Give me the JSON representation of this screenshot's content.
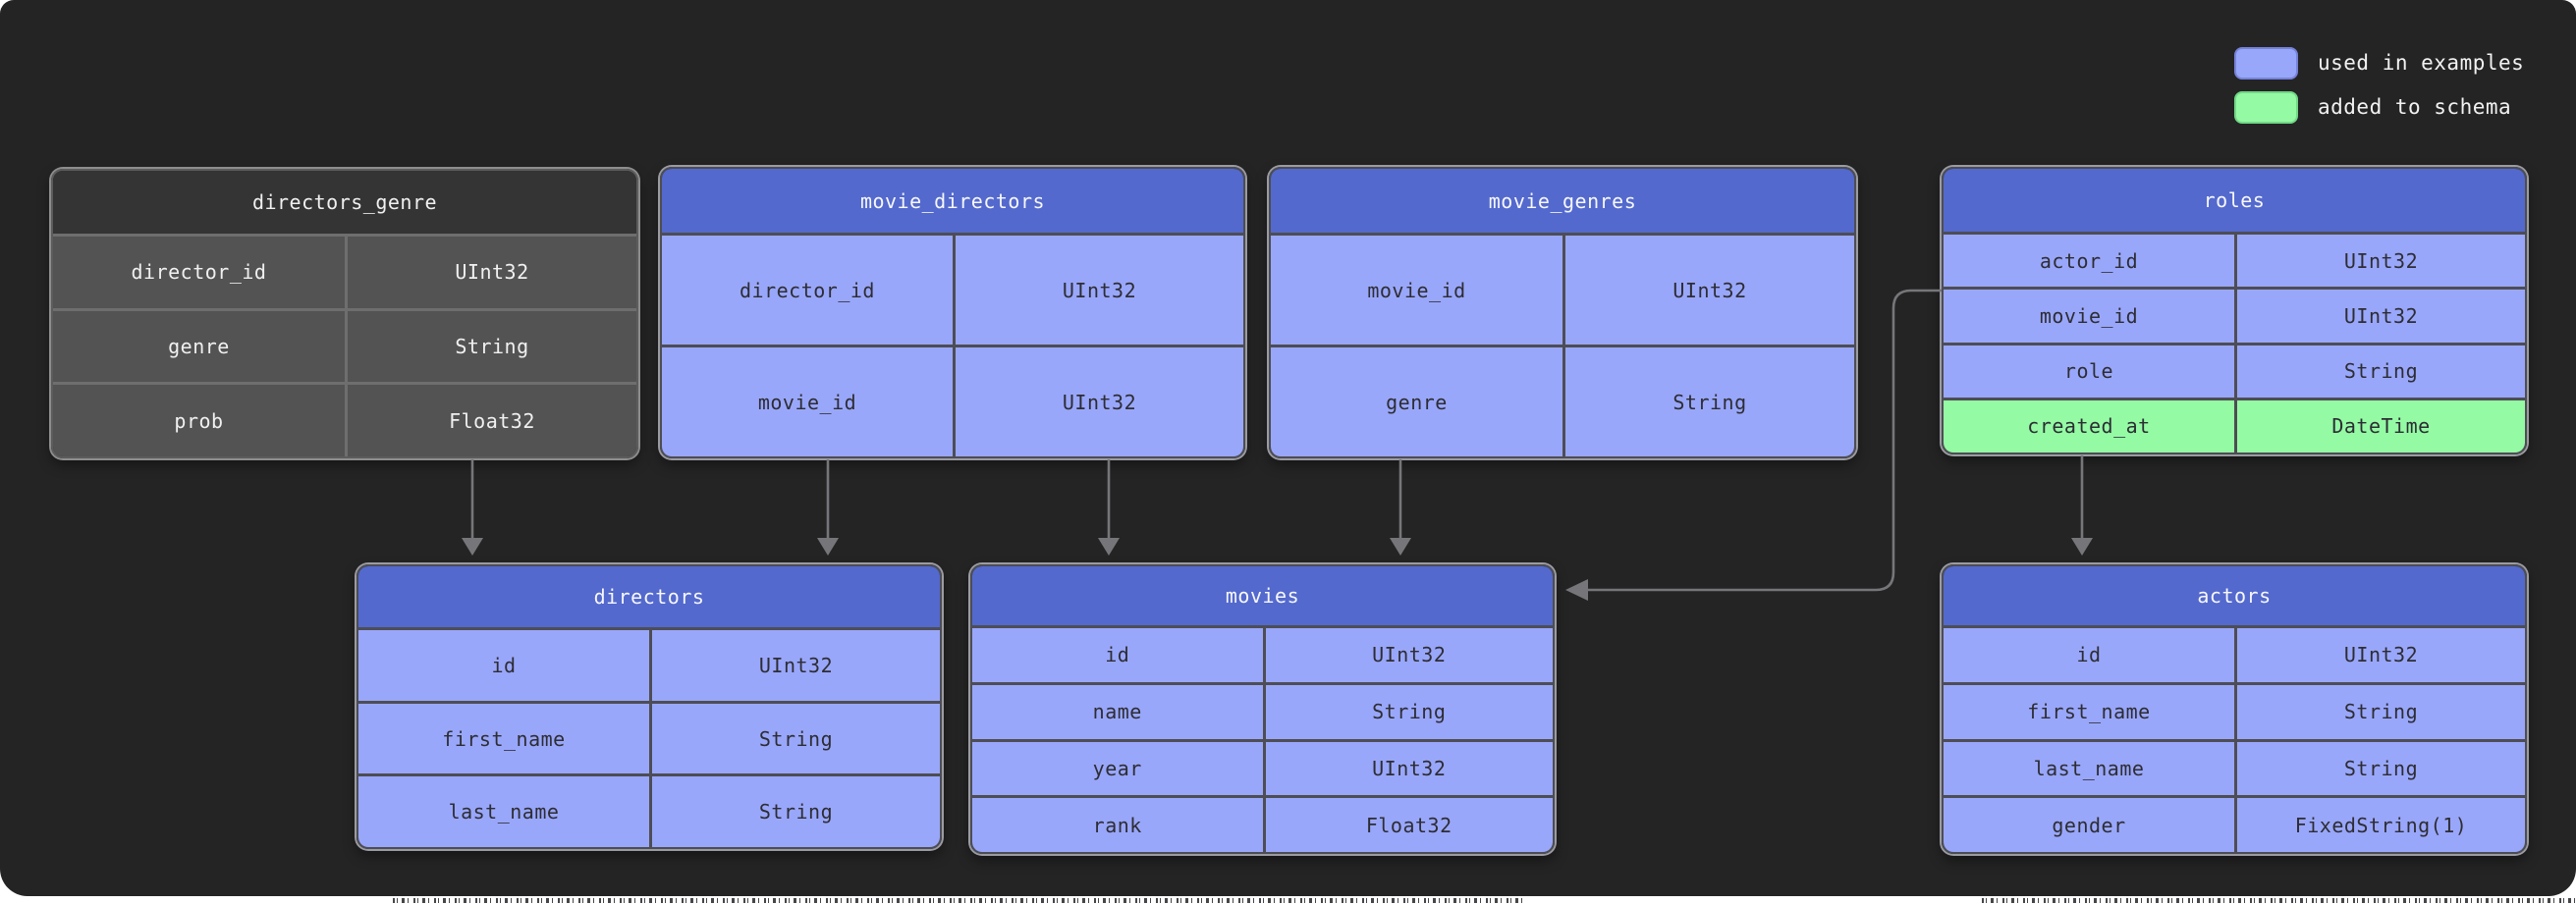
{
  "legend": {
    "items": [
      {
        "label": "used in examples",
        "swatch": "blue",
        "color": "#99a7fa"
      },
      {
        "label": "added to schema",
        "swatch": "green",
        "color": "#94fba4"
      }
    ]
  },
  "colors": {
    "panel_background": "#242424",
    "examples_header": "#5369cd",
    "examples_row": "#99a7fa",
    "added_row": "#94fba4",
    "plain_header": "#343434",
    "plain_row": "#535353",
    "connector": "#76767a"
  },
  "tables": [
    {
      "name": "directors_genre",
      "variant": "plain",
      "fields": [
        {
          "field": "director_id",
          "type": "UInt32"
        },
        {
          "field": "genre",
          "type": "String"
        },
        {
          "field": "prob",
          "type": "Float32"
        }
      ]
    },
    {
      "name": "movie_directors",
      "variant": "examples",
      "fields": [
        {
          "field": "director_id",
          "type": "UInt32"
        },
        {
          "field": "movie_id",
          "type": "UInt32"
        }
      ]
    },
    {
      "name": "movie_genres",
      "variant": "examples",
      "fields": [
        {
          "field": "movie_id",
          "type": "UInt32"
        },
        {
          "field": "genre",
          "type": "String"
        }
      ]
    },
    {
      "name": "roles",
      "variant": "examples",
      "fields": [
        {
          "field": "actor_id",
          "type": "UInt32"
        },
        {
          "field": "movie_id",
          "type": "UInt32"
        },
        {
          "field": "role",
          "type": "String"
        },
        {
          "field": "created_at",
          "type": "DateTime",
          "added": true
        }
      ]
    },
    {
      "name": "directors",
      "variant": "examples",
      "fields": [
        {
          "field": "id",
          "type": "UInt32"
        },
        {
          "field": "first_name",
          "type": "String"
        },
        {
          "field": "last_name",
          "type": "String"
        }
      ]
    },
    {
      "name": "movies",
      "variant": "examples",
      "fields": [
        {
          "field": "id",
          "type": "UInt32"
        },
        {
          "field": "name",
          "type": "String"
        },
        {
          "field": "year",
          "type": "UInt32"
        },
        {
          "field": "rank",
          "type": "Float32"
        }
      ]
    },
    {
      "name": "actors",
      "variant": "examples",
      "fields": [
        {
          "field": "id",
          "type": "UInt32"
        },
        {
          "field": "first_name",
          "type": "String"
        },
        {
          "field": "last_name",
          "type": "String"
        },
        {
          "field": "gender",
          "type": "FixedString(1)"
        }
      ]
    }
  ],
  "connectors": [
    {
      "from": "directors_genre",
      "to": "directors"
    },
    {
      "from": "movie_directors.director_id",
      "to": "directors"
    },
    {
      "from": "movie_directors.movie_id",
      "to": "movies"
    },
    {
      "from": "movie_genres",
      "to": "movies"
    },
    {
      "from": "roles.movie_id",
      "to": "movies"
    },
    {
      "from": "roles",
      "to": "actors"
    }
  ]
}
